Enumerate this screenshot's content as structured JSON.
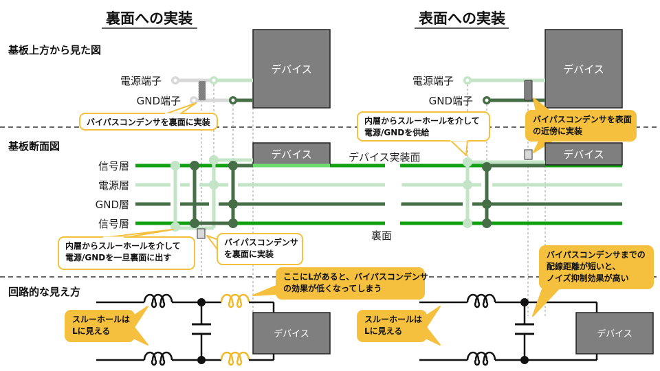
{
  "colors": {
    "signal": "#13a013",
    "power": "#c3e4c6",
    "gnd": "#466f48",
    "device": "#7f7f7f",
    "callout_fill": "#f4c03e",
    "callout_border": "#f4c03e",
    "gray_terminal": "#d9d9d9"
  },
  "titles": {
    "back": "裏面への実装",
    "front": "表面への実装"
  },
  "sections": {
    "top_view": "基板上方から見た図",
    "cross_section": "基板断面図",
    "circuit": "回路的な見え方"
  },
  "device_label": "デバイス",
  "terminals": {
    "power": "電源端子",
    "gnd": "GND端子"
  },
  "layers": [
    "信号層",
    "電源層",
    "GND層",
    "信号層"
  ],
  "surfaces": {
    "mount": "デバイス実装面",
    "back": "裏面"
  },
  "callouts": {
    "back_top": [
      "バイパスコンデンサを裏面に実装"
    ],
    "back_via": [
      "内層からスルーホールを介して",
      "電源/GNDを一旦裏面に出す"
    ],
    "back_cap": [
      "バイパスコンデンサ",
      "を裏面に実装"
    ],
    "front_via": [
      "内層からスルーホールを介して",
      "電源/GNDを供給"
    ],
    "front_cap": [
      "バイパスコンデンサを表面",
      "の近傍に実装"
    ],
    "circuit_L_left": [
      "スルーホールは",
      "Lに見える"
    ],
    "circuit_L_right": [
      "スルーホールは",
      "Lに見える"
    ],
    "circuit_extra_L": [
      "ここにLがあると、バイパスコンデンサ",
      "の効果が低くなってしまう"
    ],
    "circuit_short": [
      "バイパスコンデンサまでの",
      "配線距離が短いと、",
      "ノイズ抑制効果が高い"
    ]
  }
}
